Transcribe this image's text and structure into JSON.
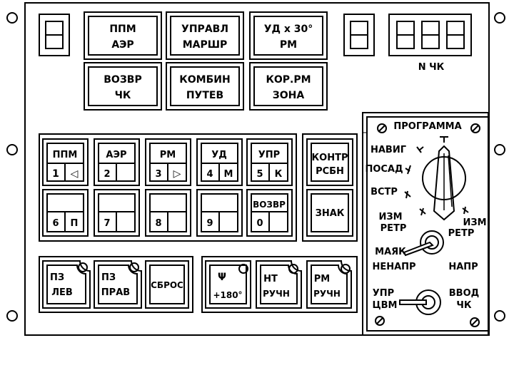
{
  "colors": {
    "line": "#000000",
    "background": "#ffffff"
  },
  "top_buttons": [
    {
      "id": "ppm_aer",
      "line1": "ППМ",
      "line2": "АЭР"
    },
    {
      "id": "upravl_marshr",
      "line1": "УПРАВЛ",
      "line2": "МАРШР"
    },
    {
      "id": "ud_30_rm",
      "line1": "УД х 30°",
      "line2": "РМ"
    },
    {
      "id": "vozvr_chk",
      "line1": "ВОЗВР",
      "line2": "ЧК"
    },
    {
      "id": "kombin_putev",
      "line1": "КОМБИН",
      "line2": "ПУТЕВ"
    },
    {
      "id": "kor_rm_zona",
      "line1": "КОР.РМ",
      "line2": "ЗОНА"
    }
  ],
  "n_chk_label": "N ЧК",
  "keypad": [
    {
      "top": "ППМ",
      "num": "1",
      "sub": "◁"
    },
    {
      "top": "АЭР",
      "num": "2",
      "sub": ""
    },
    {
      "top": "РМ",
      "num": "3",
      "sub": "▷"
    },
    {
      "top": "УД",
      "num": "4",
      "sub": "М"
    },
    {
      "top": "УПР",
      "num": "5",
      "sub": "К"
    },
    {
      "top": "",
      "num": "6",
      "sub": "П"
    },
    {
      "top": "",
      "num": "7",
      "sub": ""
    },
    {
      "top": "",
      "num": "8",
      "sub": ""
    },
    {
      "top": "",
      "num": "9",
      "sub": ""
    },
    {
      "top": "ВОЗВР",
      "num": "0",
      "sub": ""
    }
  ],
  "side_buttons": [
    {
      "id": "kontr_rsbn",
      "line1": "КОНТР",
      "line2": "РСБН"
    },
    {
      "id": "znak",
      "line1": "ЗНАК",
      "line2": ""
    }
  ],
  "bottom_left_buttons": [
    {
      "id": "pz_lev",
      "line1": "ПЗ",
      "line2": "ЛЕВ"
    },
    {
      "id": "pz_prav",
      "line1": "ПЗ",
      "line2": "ПРАВ"
    },
    {
      "id": "sbros",
      "line1": "СБРОС",
      "line2": ""
    }
  ],
  "bottom_right_buttons": [
    {
      "id": "psi_180",
      "line1": "Ψ",
      "line2": "+180°"
    },
    {
      "id": "nt_ruchn",
      "line1": "НТ",
      "line2": "РУЧН"
    },
    {
      "id": "rm_ruchn",
      "line1": "РМ",
      "line2": "РУЧН"
    }
  ],
  "program_panel": {
    "title": "ПРОГРАММА",
    "modes": [
      "НАВИГ",
      "ПОСАД",
      "ВСТР"
    ],
    "izm_retr_left": [
      "ИЗМ",
      "РЕТР"
    ],
    "izm_retr_right": [
      "ИЗМ",
      "РЕТР"
    ],
    "mayak": "МАЯК",
    "nenapr": "НЕНАПР",
    "napr": "НАПР",
    "upr_cvm": [
      "УПР",
      "ЦВМ"
    ],
    "vvod_chk": [
      "ВВОД",
      "ЧК"
    ]
  }
}
